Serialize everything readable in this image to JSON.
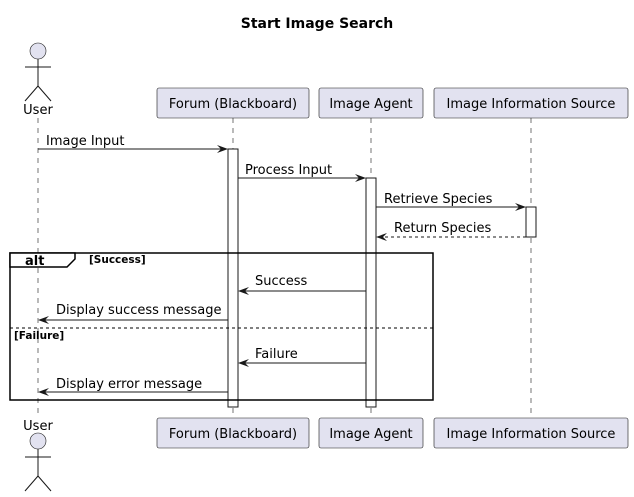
{
  "title": "Start Image Search",
  "participants": {
    "user": "User",
    "forum": "Forum (Blackboard)",
    "agent": "Image Agent",
    "source": "Image Information Source"
  },
  "messages": {
    "m1": "Image Input",
    "m2": "Process Input",
    "m3": "Retrieve Species",
    "m4": "Return Species",
    "m5": "Success",
    "m6": "Display success message",
    "m7": "Failure",
    "m8": "Display error message"
  },
  "alt": {
    "keyword": "alt",
    "guard_success": "[Success]",
    "guard_failure": "[Failure]"
  }
}
